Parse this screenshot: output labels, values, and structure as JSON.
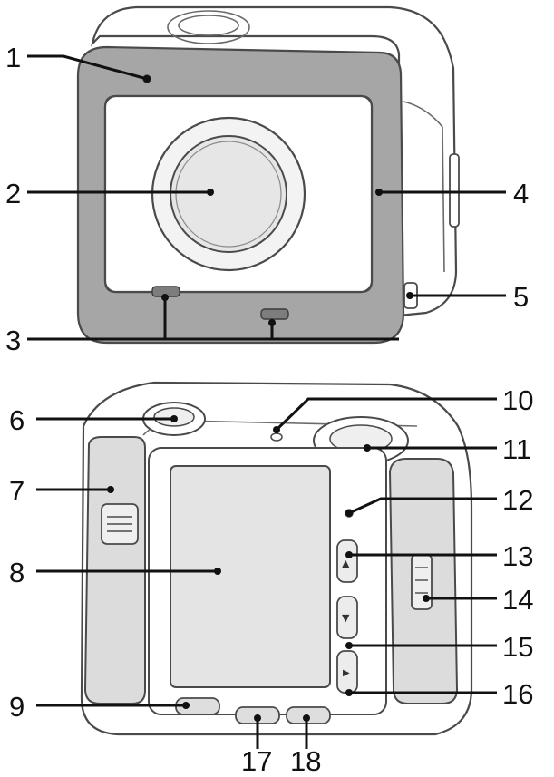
{
  "figure": {
    "colors": {
      "ring": "#a6a6a6",
      "body_fill": "#ffffff",
      "lens_fill": "#e6e6e6",
      "screen_fill": "#e4e4e4",
      "panel_fill": "#dcdcdc",
      "outline": "#4a4a4a",
      "leader": "#111111"
    },
    "front_view": {
      "callouts": [
        "1",
        "2",
        "3",
        "4",
        "5"
      ]
    },
    "rear_view": {
      "callouts": [
        "6",
        "7",
        "8",
        "9",
        "10",
        "11",
        "12",
        "13",
        "14",
        "15",
        "16",
        "17",
        "18"
      ]
    },
    "button_glyphs": {
      "up": "▲",
      "down": "▼",
      "play": "▶"
    }
  }
}
